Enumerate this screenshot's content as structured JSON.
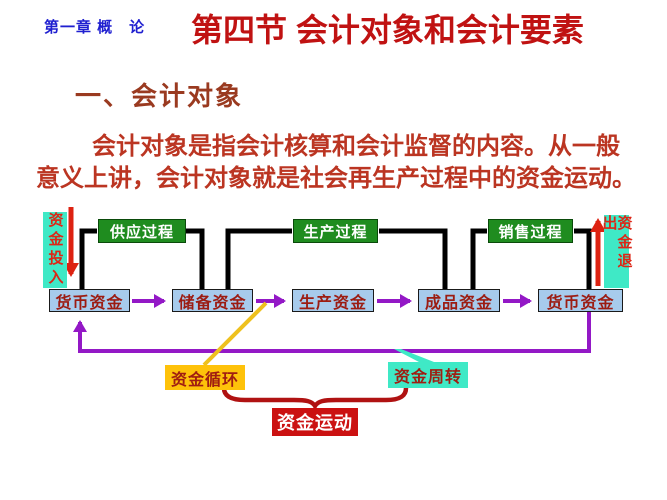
{
  "header": {
    "chapter": "第一章 概　论",
    "title": "第四节 会计对象和会计要素"
  },
  "section": {
    "heading": "一、会计对象",
    "paragraph_lines": [
      "会计对象是指会计核算和会计监督的内容。从一般",
      "意义上讲，会计对象就是社会再生产过程中的资金运动。"
    ]
  },
  "diagram": {
    "inflow_label": "资金投入",
    "outflow_label": "资金退出",
    "process_boxes": [
      "供应过程",
      "生产过程",
      "销售过程"
    ],
    "fund_boxes": [
      "货币资金",
      "储备资金",
      "生产资金",
      "成品资金",
      "货币资金"
    ],
    "cycle_label": "资金循环",
    "turnover_label": "资金周转",
    "movement_label": "资金运动",
    "colors": {
      "title_red": "#c01212",
      "chapter_blue": "#1f1fd0",
      "heading_brown": "#9a3a20",
      "paragraph_red": "#bb3522",
      "process_green": "#1f8c1f",
      "fund_blue_fill": "#a7cbec",
      "fund_text_red": "#9c1c12",
      "cyan_fill": "#3fe9c6",
      "gold_fill": "#fec20a",
      "movement_red_fill": "#cb1111",
      "purple_arrow": "#9318c6",
      "red_arrow": "#dd2211",
      "yellow_line": "#eec11e",
      "black_connector": "#000000",
      "brace_red": "#b01212"
    }
  }
}
